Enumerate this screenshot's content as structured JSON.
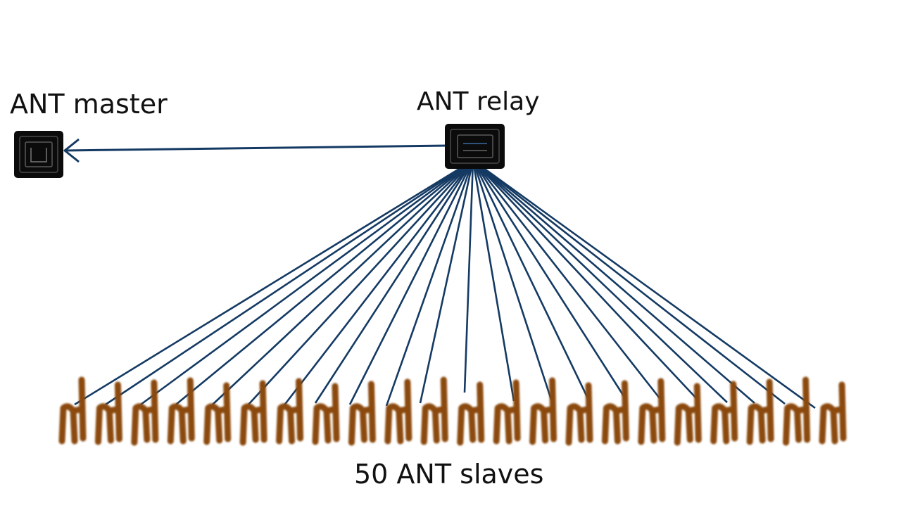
{
  "nodes": {
    "master": {
      "label": "ANT master",
      "icon": "ant-device-icon"
    },
    "relay": {
      "label": "ANT relay",
      "icon": "ant-device-icon"
    },
    "slaves": {
      "label": "50 ANT slaves",
      "icon": "ant-slave-icon"
    }
  },
  "edges": [
    {
      "from": "relay",
      "to": "master",
      "arrow": true
    },
    {
      "from": "relay",
      "to": "slaves",
      "arrow": false
    }
  ],
  "colors": {
    "link_line": "#143a63",
    "device_fill": "#0b0b0b",
    "slave_fill": "#8b4a0c"
  }
}
